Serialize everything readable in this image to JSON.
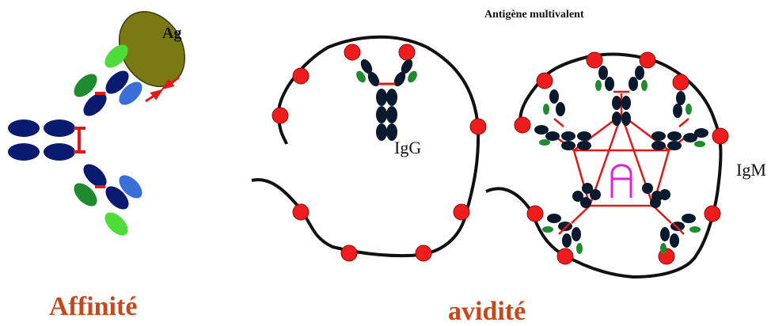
{
  "labels": {
    "ag": "Ag",
    "antigen_multivalent": "Antigène multivalent",
    "igg": "IgG",
    "igm": "IgM"
  },
  "captions": {
    "affinity": "Affinité",
    "avidity": "avidité"
  },
  "colors": {
    "antigen": "#7a7a14",
    "epitope": "#ee1c1c",
    "heavy_chain": "#0a1a6e",
    "light_chain_green": "#1f8a2e",
    "light_chain_light": "#4ddc3a",
    "light_chain_blue": "#3a6fd9",
    "bond": "#e01818",
    "j_chain": "#e020e0",
    "caption": "#c8461c",
    "strand": "#111111"
  }
}
